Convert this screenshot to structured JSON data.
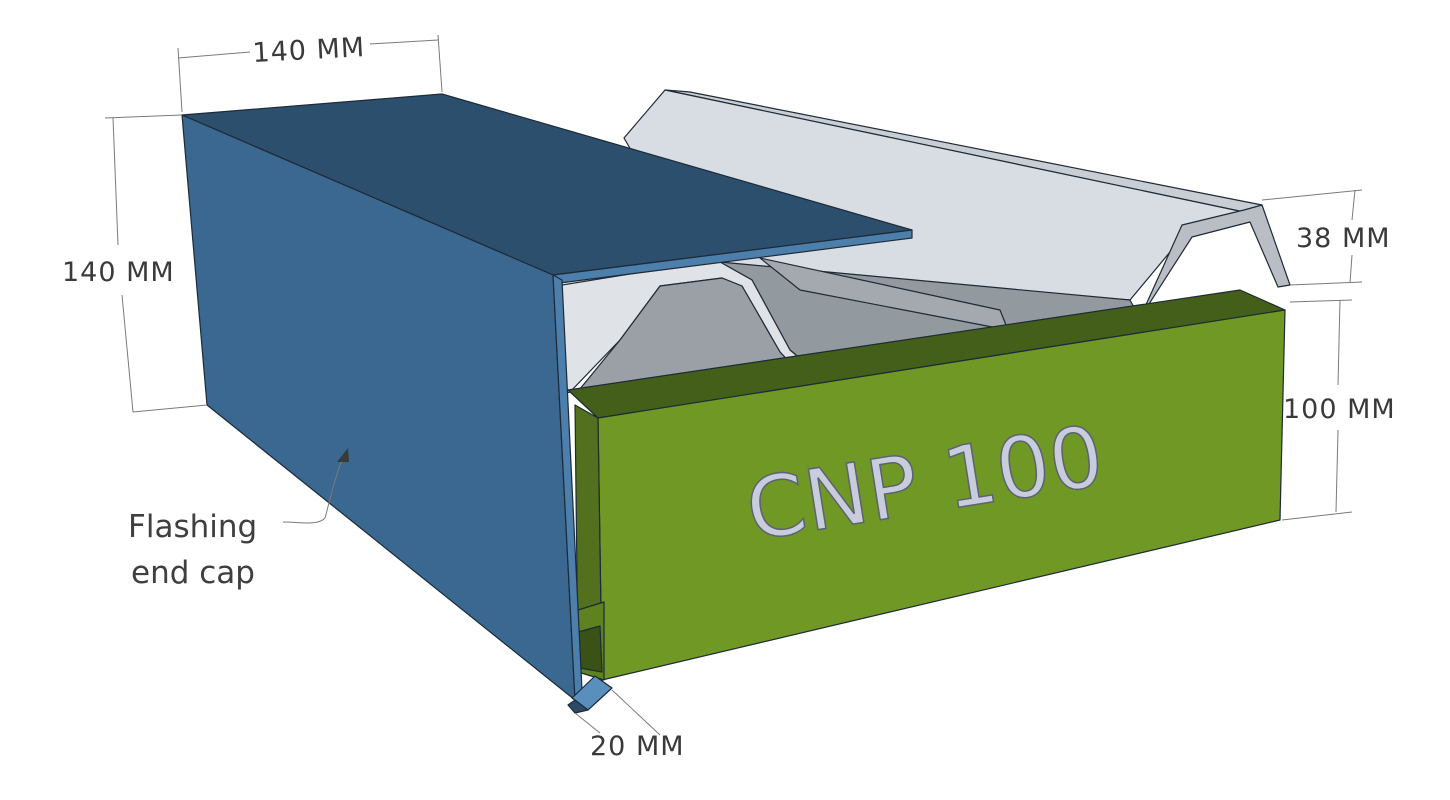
{
  "dimensions": {
    "cap_width": "140 MM",
    "cap_height": "140 MM",
    "sheet_height": "38 MM",
    "channel_height": "100 MM",
    "lip": "20 MM"
  },
  "callout": {
    "line1": "Flashing",
    "line2": "end cap"
  },
  "profile_label": "CNP 100",
  "colors": {
    "cap_side": "#3a6890",
    "cap_top": "#2c4f6d",
    "cap_edge": "#4c7fab",
    "sheet_light": "#d6dbe1",
    "sheet_mid": "#a9aeb4",
    "sheet_dark": "#8e949a",
    "channel_face": "#6f9825",
    "channel_top": "#445f1a",
    "channel_inner": "#52701d"
  }
}
